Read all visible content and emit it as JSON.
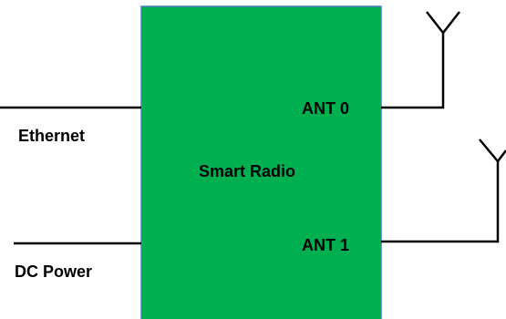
{
  "diagram": {
    "block": {
      "label": "Smart Radio",
      "fill": "#00b050",
      "stroke": "#4a7ebb"
    },
    "ports": {
      "ant0": "ANT 0",
      "ant1": "ANT 1"
    },
    "inputs": {
      "ethernet": "Ethernet",
      "dc_power": "DC Power"
    },
    "line_color": "#000000"
  }
}
